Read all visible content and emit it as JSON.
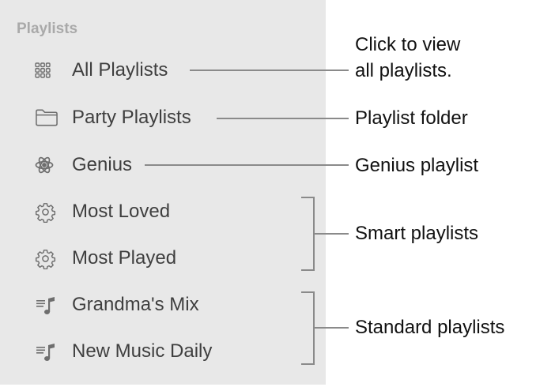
{
  "sidebar": {
    "section_title": "Playlists",
    "items": [
      {
        "label": "All Playlists",
        "icon": "grid-icon"
      },
      {
        "label": "Party Playlists",
        "icon": "folder-icon"
      },
      {
        "label": "Genius",
        "icon": "genius-atom-icon"
      },
      {
        "label": "Most Loved",
        "icon": "gear-icon"
      },
      {
        "label": "Most Played",
        "icon": "gear-icon"
      },
      {
        "label": "Grandma's Mix",
        "icon": "playlist-note-icon"
      },
      {
        "label": "New Music Daily",
        "icon": "playlist-note-icon"
      }
    ]
  },
  "callouts": {
    "all_playlists_line1": "Click to view",
    "all_playlists_line2": "all playlists.",
    "playlist_folder": "Playlist folder",
    "genius_playlist": "Genius playlist",
    "smart_playlists": "Smart playlists",
    "standard_playlists": "Standard playlists"
  },
  "colors": {
    "sidebar_bg": "#e8e8e8",
    "header_text": "#a9a9a9",
    "item_text": "#3f3f3f",
    "icon": "#6e6e6e",
    "leader_line": "#8a8a8a",
    "callout_text": "#111111"
  }
}
